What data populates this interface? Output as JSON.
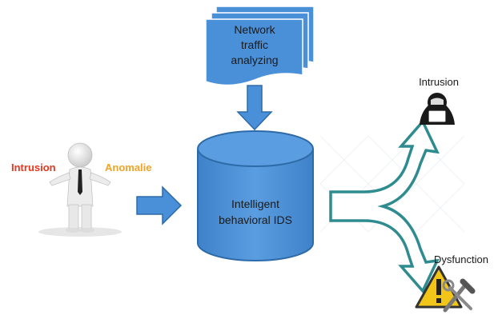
{
  "input_person": {
    "left_label": "Intrusion",
    "right_label": "Anomalie",
    "left_color": "#e8341c",
    "right_color": "#f2a22a",
    "icon": "confused-person-icon"
  },
  "document": {
    "lines": [
      "Network",
      "traffic",
      "analyzing"
    ],
    "fill": "#4a90d9"
  },
  "database": {
    "lines": [
      "Intelligent",
      "behavioral IDS"
    ],
    "fill": "#4a90d9"
  },
  "outputs": {
    "intrusion_label": "Intrusion",
    "dysfunction_label": "Dysfunction",
    "intrusion_icon": "hacker-laptop-icon",
    "dysfunction_icon": "warning-tools-icon",
    "arrow_color": "#2e8b8f"
  }
}
